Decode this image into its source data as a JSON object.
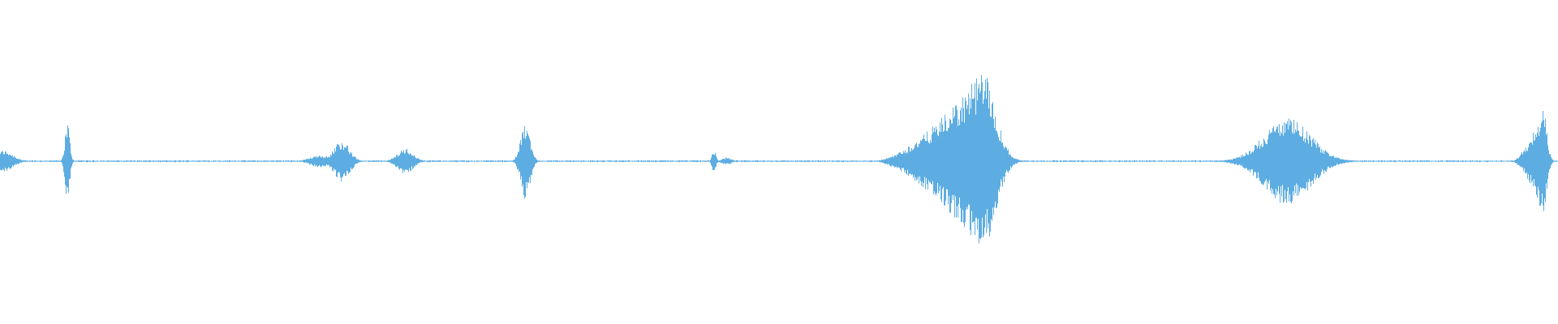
{
  "waveform": {
    "color": "#5dade2",
    "background": "#ffffff",
    "bursts": [
      {
        "center": 0.002,
        "amplitude": 0.12,
        "width": 0.006
      },
      {
        "center": 0.043,
        "amplitude": 0.44,
        "width": 0.0015
      },
      {
        "center": 0.205,
        "amplitude": 0.07,
        "width": 0.006
      },
      {
        "center": 0.219,
        "amplitude": 0.23,
        "width": 0.005
      },
      {
        "center": 0.26,
        "amplitude": 0.14,
        "width": 0.005
      },
      {
        "center": 0.337,
        "amplitude": 0.42,
        "width": 0.003
      },
      {
        "center": 0.458,
        "amplitude": 0.13,
        "width": 0.0012
      },
      {
        "center": 0.466,
        "amplitude": 0.04,
        "width": 0.003
      },
      {
        "center": 0.63,
        "amplitude": 1.0,
        "width": 0.07,
        "shape": "ramp-up"
      },
      {
        "center": 0.826,
        "amplitude": 0.48,
        "width": 0.015
      },
      {
        "center": 0.99,
        "amplitude": 0.6,
        "width": 0.02,
        "shape": "ramp-up"
      }
    ],
    "noise_floor": 0.008
  }
}
